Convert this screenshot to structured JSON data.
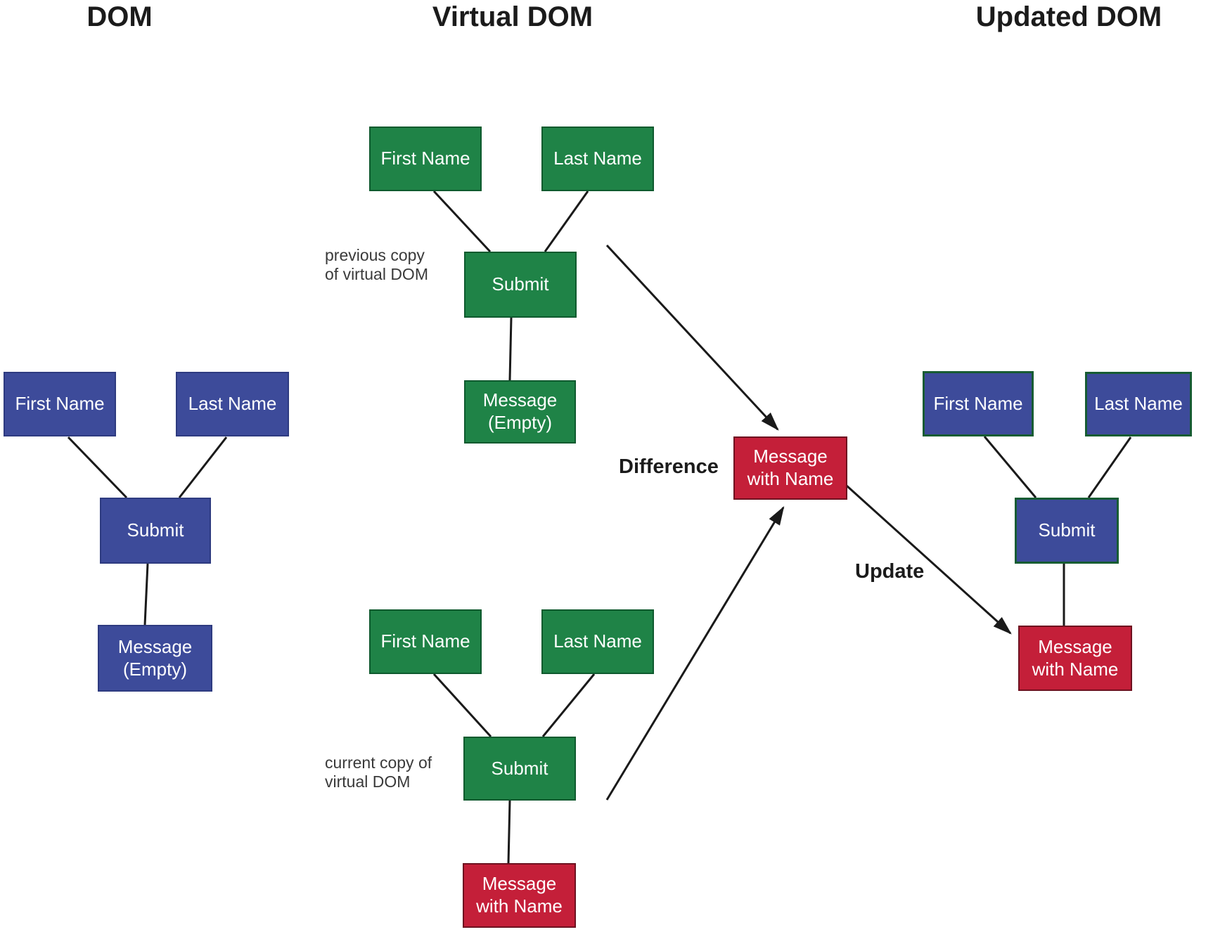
{
  "headers": {
    "dom": "DOM",
    "virtual_dom": "Virtual DOM",
    "updated_dom": "Updated DOM"
  },
  "dom_tree": {
    "first_name": "First Name",
    "last_name": "Last Name",
    "submit": "Submit",
    "message": "Message\n(Empty)"
  },
  "virtual_dom_previous": {
    "annotation": "previous copy\nof virtual DOM",
    "first_name": "First Name",
    "last_name": "Last Name",
    "submit": "Submit",
    "message": "Message\n(Empty)"
  },
  "virtual_dom_current": {
    "annotation": "current copy of\nvirtual DOM",
    "first_name": "First Name",
    "last_name": "Last Name",
    "submit": "Submit",
    "message": "Message\nwith Name"
  },
  "diff": {
    "node": "Message\nwith Name",
    "difference_label": "Difference",
    "update_label": "Update"
  },
  "updated_dom_tree": {
    "first_name": "First Name",
    "last_name": "Last Name",
    "submit": "Submit",
    "message": "Message\nwith Name"
  },
  "colors": {
    "blue_fill": "#3d4b9a",
    "blue_border": "#2e3b80",
    "green_fill": "#1f8347",
    "green_border": "#0e5a2e",
    "updated_box_border_green": "#175c33",
    "red_fill": "#c41f39",
    "red_border": "#6e1120",
    "line_black": "#1a1a1a",
    "annotation_text": "#3a3a3a",
    "box_text": "#ffffff"
  }
}
